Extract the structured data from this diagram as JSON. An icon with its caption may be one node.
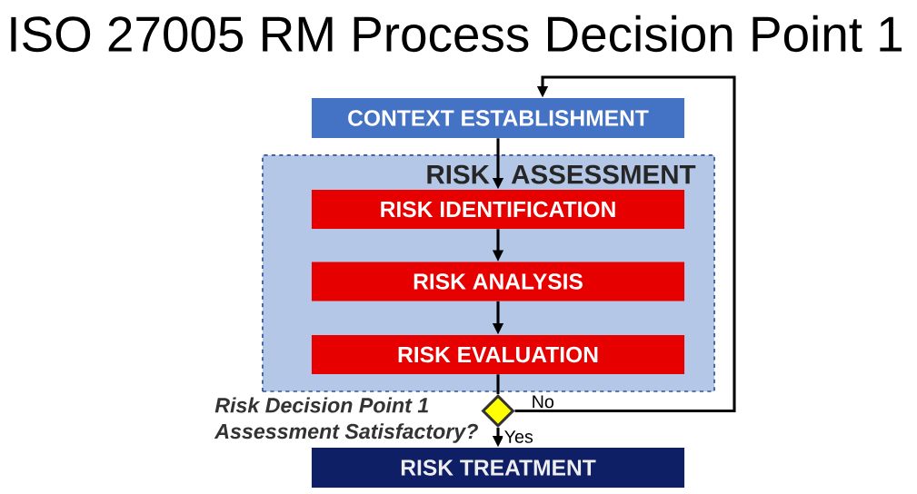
{
  "diagram": {
    "title": "ISO 27005 RM Process Decision Point 1",
    "nodes": [
      {
        "text": [
          "CONTEXT ESTABLISHMENT"
        ]
      },
      {
        "text": [
          "RISK ASSESSMENT"
        ]
      },
      {
        "text": [
          "RISK IDENTIFICATION"
        ],
        "in": 1
      },
      {
        "text": [
          "RISK ANALYSIS"
        ],
        "in": 1
      },
      {
        "text": [
          "RISK EVALUATION"
        ],
        "in": 1
      },
      {
        "text": [],
        "shape": "diamond",
        "beside": [
          "Risk Decision Point 1",
          "Assessment Satisfactory?"
        ]
      },
      {
        "text": [
          "RISK TREATMENT"
        ]
      }
    ],
    "edges": [
      {
        "from": 0,
        "to": 2,
        "arrow": "to"
      },
      {
        "from": 2,
        "to": 3,
        "arrow": "to"
      },
      {
        "from": 3,
        "to": 4,
        "arrow": "to"
      },
      {
        "from": 4,
        "to": 5,
        "arrow": "none"
      },
      {
        "from": 5,
        "to": 6,
        "arrow": "to",
        "label": "Yes"
      },
      {
        "from": 5,
        "to": 0,
        "arrow": "to",
        "label": "No"
      }
    ]
  }
}
